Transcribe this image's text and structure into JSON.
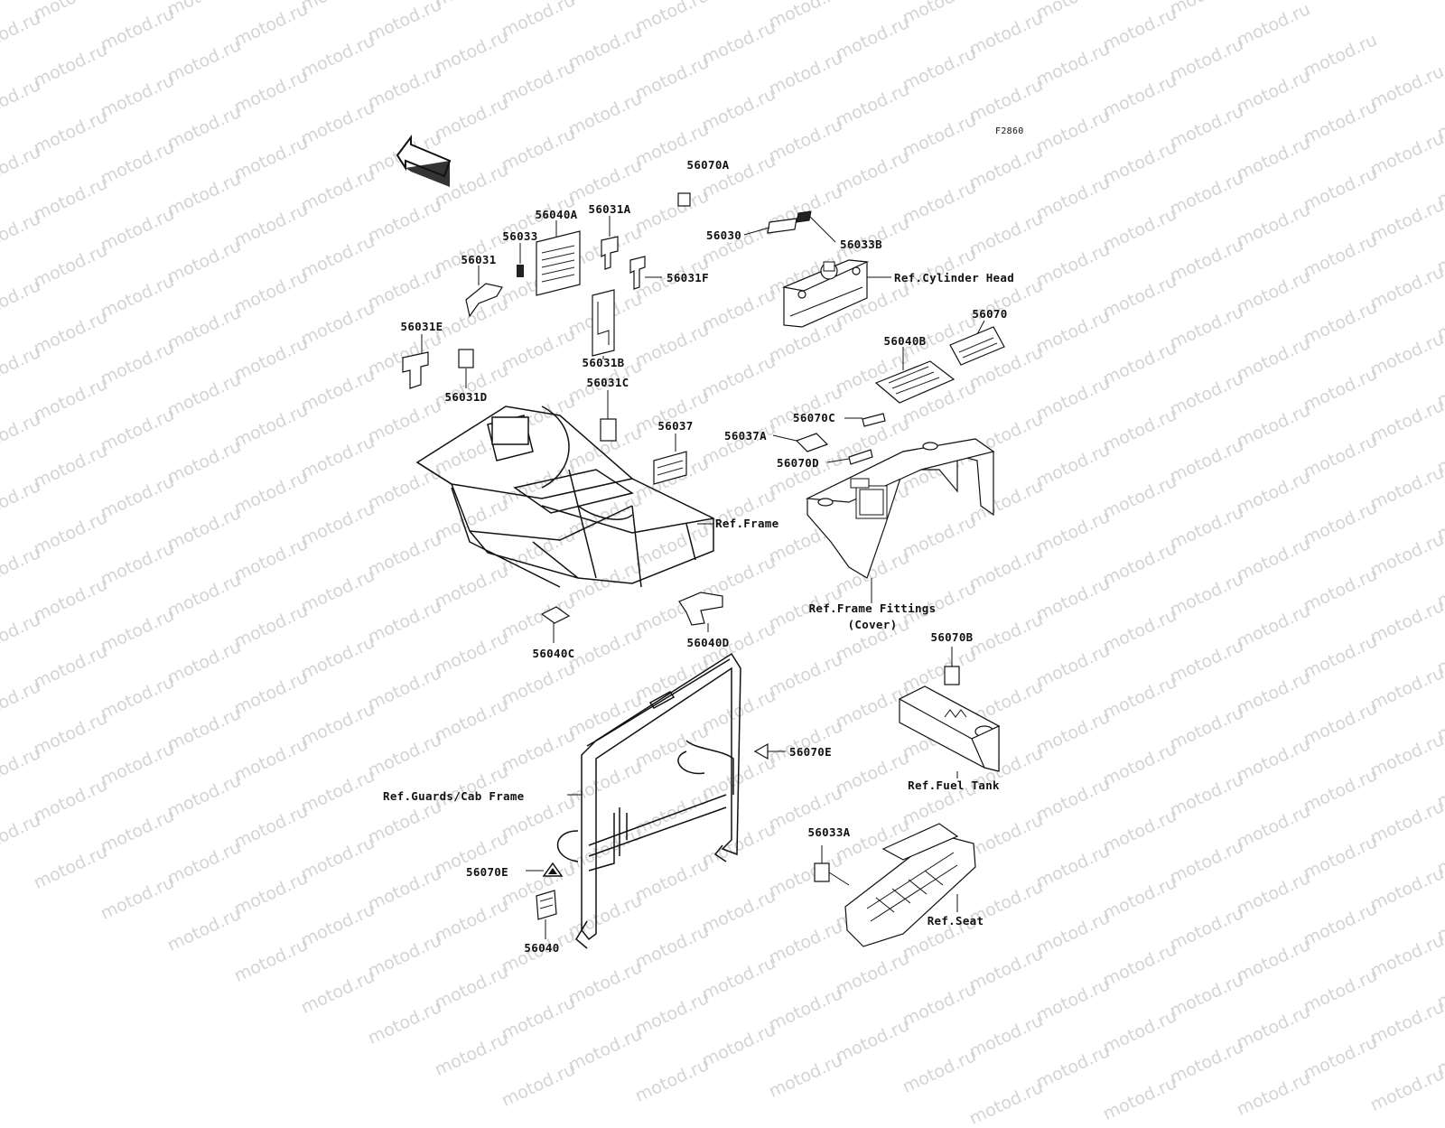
{
  "figure_code": "F2860",
  "watermark_text": "motod.ru",
  "front_label": "FRONT",
  "parts": {
    "p56070A": "56070A",
    "p56040A": "56040A",
    "p56031A": "56031A",
    "p56033": "56033",
    "p56030": "56030",
    "p56033B": "56033B",
    "p56031": "56031",
    "p56031F": "56031F",
    "p56031E": "56031E",
    "p56031B": "56031B",
    "p56031D": "56031D",
    "p56031C": "56031C",
    "p56070": "56070",
    "p56040B": "56040B",
    "p56037": "56037",
    "p56070C": "56070C",
    "p56037A": "56037A",
    "p56070D": "56070D",
    "p56040C": "56040C",
    "p56040D": "56040D",
    "p56070B": "56070B",
    "p56070E_right": "56070E",
    "p56033A": "56033A",
    "p56070E_left": "56070E",
    "p56040": "56040"
  },
  "refs": {
    "cylinder_head": "Ref.Cylinder Head",
    "frame": "Ref.Frame",
    "frame_fittings": "Ref.Frame Fittings",
    "frame_fittings_sub": "(Cover)",
    "fuel_tank": "Ref.Fuel Tank",
    "guards_cab": "Ref.Guards/Cab Frame",
    "seat": "Ref.Seat"
  }
}
